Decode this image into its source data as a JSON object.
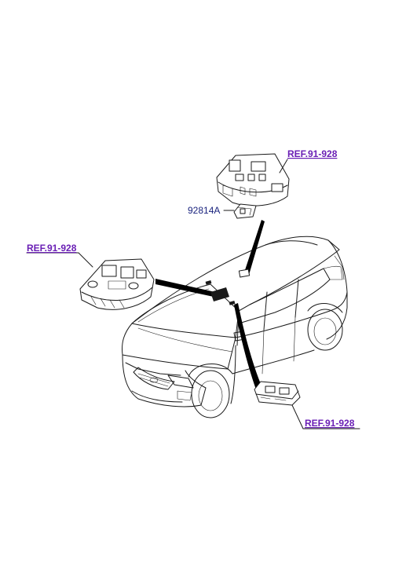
{
  "callouts": {
    "ref_top_right": "REF.91-928",
    "ref_left": "REF.91-928",
    "ref_bottom_right": "REF.91-928",
    "part_number": "92814A"
  },
  "colors": {
    "ref_link": "#6a1fb5",
    "part_label": "#1a237e",
    "line": "#1a1a1a"
  }
}
